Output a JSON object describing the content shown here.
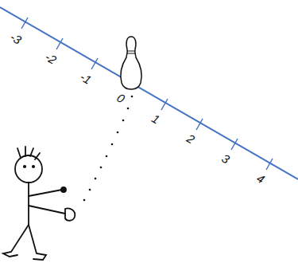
{
  "diagram": {
    "labels": [
      "-3",
      "-2",
      "-1",
      "0",
      "1",
      "2",
      "3",
      "4"
    ]
  }
}
